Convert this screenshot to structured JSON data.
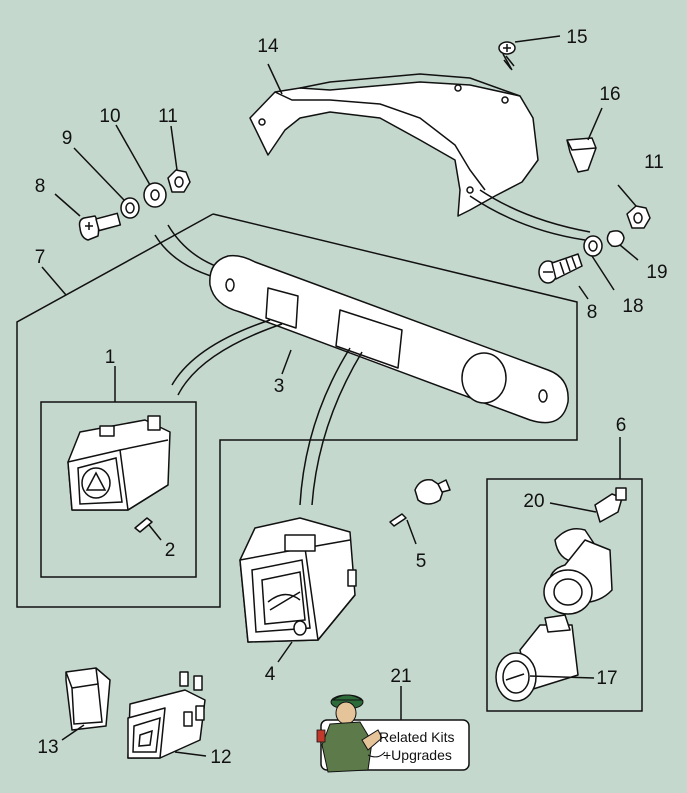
{
  "diagram": {
    "callouts": [
      {
        "id": "1",
        "text": "1"
      },
      {
        "id": "2",
        "text": "2"
      },
      {
        "id": "3",
        "text": "3"
      },
      {
        "id": "4",
        "text": "4"
      },
      {
        "id": "5",
        "text": "5"
      },
      {
        "id": "6",
        "text": "6"
      },
      {
        "id": "7",
        "text": "7"
      },
      {
        "id": "8a",
        "text": "8"
      },
      {
        "id": "8b",
        "text": "8"
      },
      {
        "id": "9",
        "text": "9"
      },
      {
        "id": "10",
        "text": "10"
      },
      {
        "id": "11a",
        "text": "11"
      },
      {
        "id": "11b",
        "text": "11"
      },
      {
        "id": "12",
        "text": "12"
      },
      {
        "id": "13",
        "text": "13"
      },
      {
        "id": "14",
        "text": "14"
      },
      {
        "id": "15",
        "text": "15"
      },
      {
        "id": "16",
        "text": "16"
      },
      {
        "id": "17",
        "text": "17"
      },
      {
        "id": "18",
        "text": "18"
      },
      {
        "id": "19",
        "text": "19"
      },
      {
        "id": "20",
        "text": "20"
      },
      {
        "id": "21",
        "text": "21"
      }
    ]
  },
  "related_kits_button": {
    "line1": "Related Kits",
    "line2": "+Upgrades",
    "mascot_icon": "mechanic-mascot-icon"
  },
  "colors": {
    "background": "#c5d8ce",
    "line": "#111111",
    "part_fill": "#ffffff",
    "mascot_hat": "#2e6b3a"
  }
}
